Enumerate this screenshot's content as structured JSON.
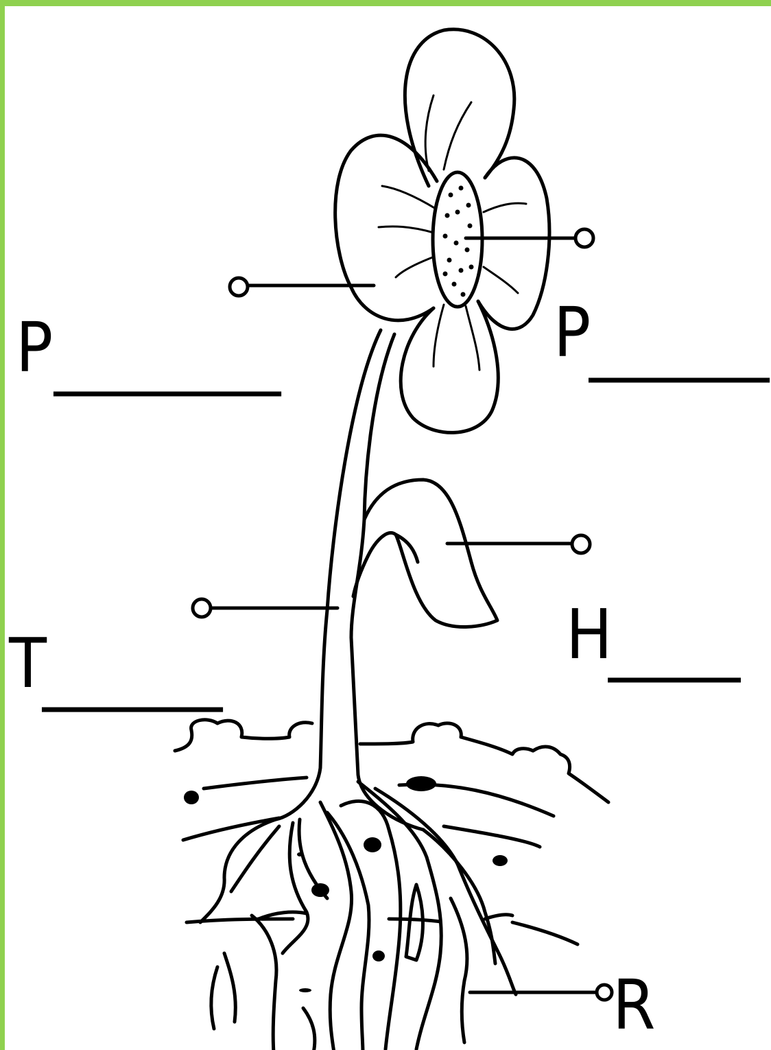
{
  "frame": {
    "border_color": "#8fd14f"
  },
  "labels": {
    "petal": {
      "letter": "P",
      "blank": "______"
    },
    "pollen": {
      "letter": "P",
      "blank": "_____"
    },
    "stem": {
      "letter": "T",
      "blank": "_____"
    },
    "leaf": {
      "letter": "H",
      "blank": "____"
    },
    "root": {
      "letter": "R",
      "blank": "___"
    }
  }
}
